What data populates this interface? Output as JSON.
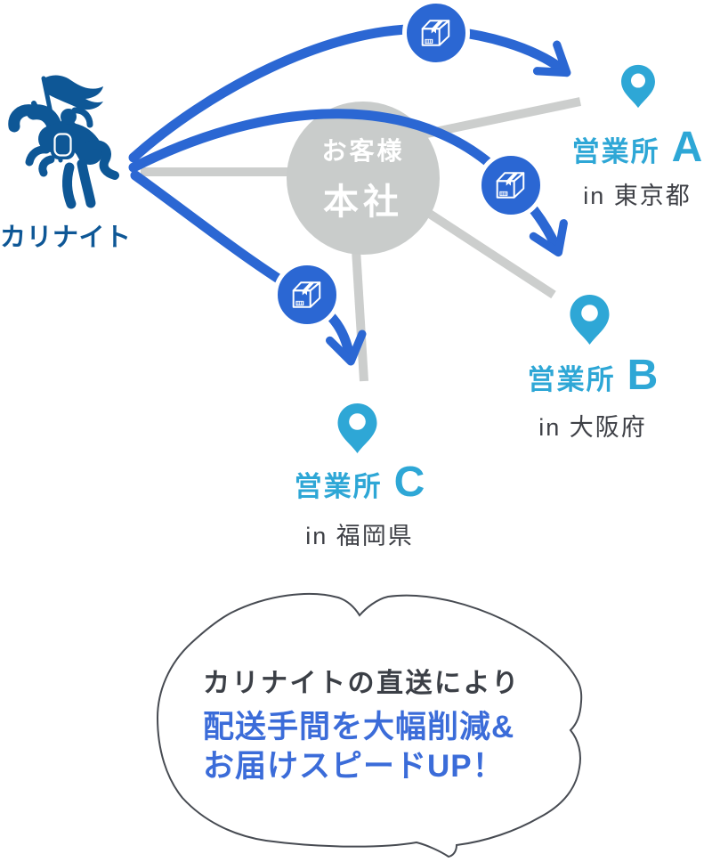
{
  "logo": {
    "brand": "カリナイト"
  },
  "hub": {
    "line1": "お客様",
    "line2": "本社"
  },
  "branches": [
    {
      "label": "営業所",
      "letter": "A",
      "location": "in 東京都"
    },
    {
      "label": "営業所",
      "letter": "B",
      "location": "in 大阪府"
    },
    {
      "label": "営業所",
      "letter": "C",
      "location": "in 福岡県"
    }
  ],
  "bubble": {
    "line1": "カリナイトの直送により",
    "line2": "配送手間を大幅削減&",
    "line3": "お届けスピードUP！"
  },
  "icons": {
    "knight": "knight-on-horse-with-flag-icon",
    "package": "package-box-icon",
    "pin": "map-pin-icon"
  },
  "colors": {
    "brand_blue": "#0e5796",
    "arrow_blue": "#2b67d3",
    "pin_cyan": "#2ea7d6",
    "hub_gray": "#c9cccb",
    "line_gray": "#cccecd",
    "text_dark": "#3e4046",
    "bubble_text_blue": "#3b6cd9",
    "bubble_outline": "#474b52"
  }
}
